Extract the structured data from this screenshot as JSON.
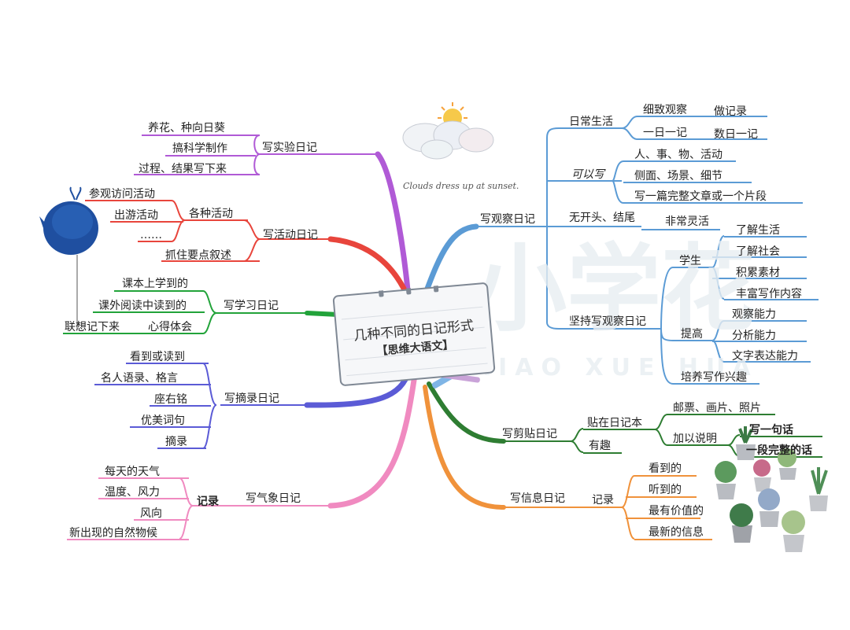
{
  "center": {
    "title": "几种不同的日记形式",
    "subtitle": "【思维大语文】"
  },
  "watermark": {
    "han": "小学花",
    "latin": "XIAO XUE HUA"
  },
  "decoration": {
    "cloud_caption": "Clouds dress up at sunset."
  },
  "left": {
    "experiment": {
      "label": "写实验日记",
      "items": [
        "养花、种向日葵",
        "搞科学制作",
        "过程、结果写下来"
      ]
    },
    "activity": {
      "label": "写活动日记",
      "group": "各种活动",
      "group_items": [
        "参观访问活动",
        "出游活动",
        "……"
      ],
      "extra": "抓住要点叙述"
    },
    "study": {
      "label": "写学习日记",
      "items": [
        "课本上学到的",
        "课外阅读中读到的",
        "心得体会"
      ],
      "extra": "联想记下来"
    },
    "excerpt": {
      "label": "写摘录日记",
      "items": [
        "看到或读到",
        "名人语录、格言",
        "座右铭",
        "优美词句",
        "摘录"
      ]
    },
    "weather": {
      "label": "写气象日记",
      "group": "记录",
      "items": [
        "每天的天气",
        "温度、风力",
        "风向",
        "新出现的自然物候"
      ]
    }
  },
  "right": {
    "observe": {
      "label": "写观察日记",
      "daily": {
        "label": "日常生活",
        "sub": [
          {
            "label": "细致观察",
            "child": "做记录"
          },
          {
            "label": "一日一记",
            "child": "数日一记"
          }
        ]
      },
      "can_write": {
        "label": "可以写",
        "items": [
          "人、事、物、活动",
          "侧面、场景、细节",
          "写一篇完整文章或一个片段"
        ]
      },
      "free": {
        "label": "无开头、结尾",
        "child": "非常灵活"
      },
      "persist": {
        "label": "坚持写观察日记",
        "student": {
          "label": "学生",
          "items": [
            "了解生活",
            "了解社会",
            "积累素材",
            "丰富写作内容"
          ]
        },
        "improve": {
          "label": "提高",
          "items": [
            "观察能力",
            "分析能力",
            "文字表达能力"
          ]
        },
        "interest": "培养写作兴趣"
      }
    },
    "clip": {
      "label": "写剪贴日记",
      "paste": {
        "label": "贴在日记本",
        "child": "邮票、画片、照片"
      },
      "explain": {
        "label": "加以说明",
        "items": [
          "写一句话",
          "一段完整的话"
        ]
      },
      "fun": "有趣"
    },
    "info": {
      "label": "写信息日记",
      "group": "记录",
      "items": [
        "看到的",
        "听到的",
        "最有价值的",
        "最新的信息"
      ]
    }
  },
  "colors": {
    "observe": "#5b9bd5",
    "clip": "#2e7d32",
    "info": "#f0923b",
    "weather": "#f08ac0",
    "excerpt": "#5b5bd6",
    "study": "#22a33a",
    "activity": "#e8453c",
    "experiment": "#b05ad6"
  }
}
